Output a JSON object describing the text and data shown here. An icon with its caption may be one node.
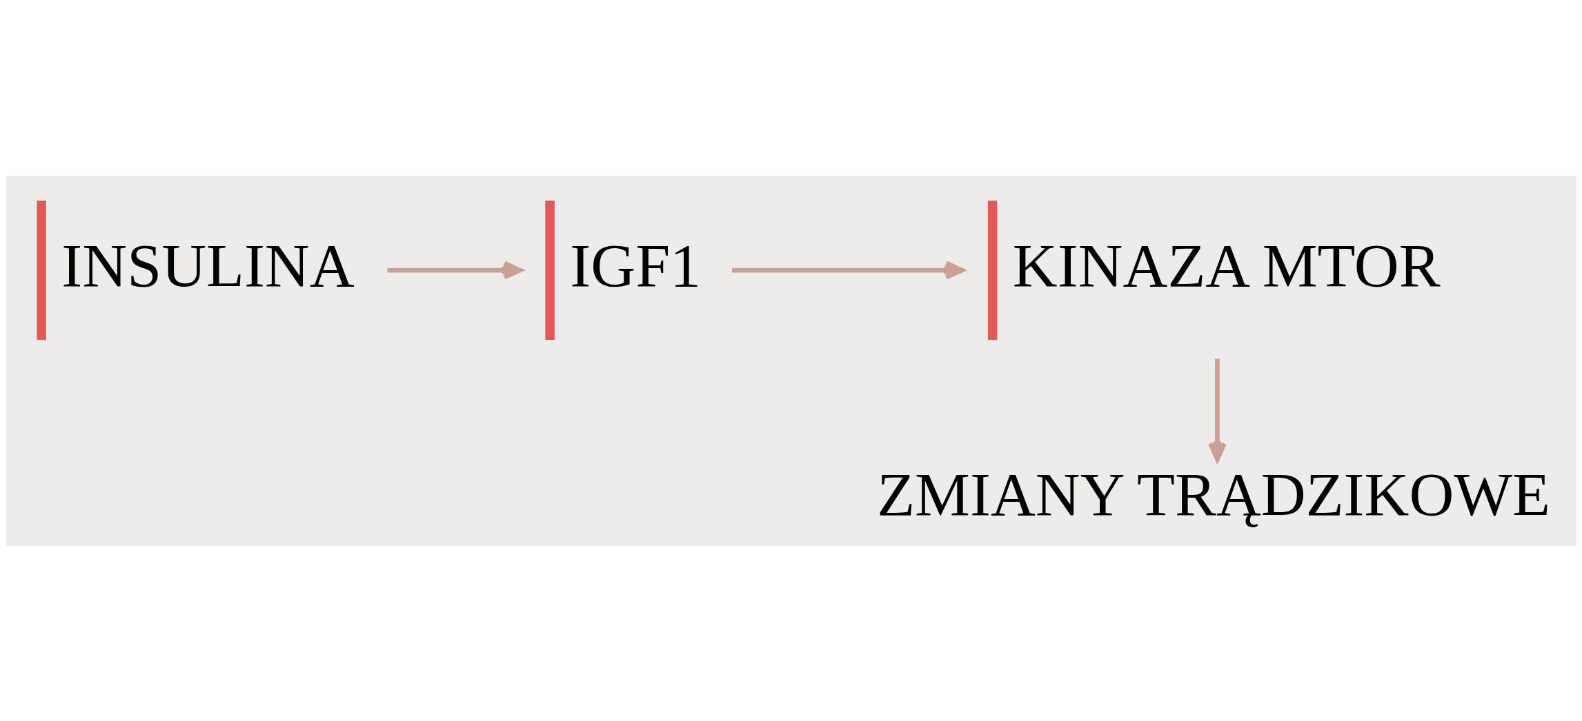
{
  "diagram": {
    "nodes": [
      {
        "text": [
          "INSULINA"
        ]
      },
      {
        "text": [
          "IGF1"
        ]
      },
      {
        "text": [
          "KINAZA MTOR"
        ]
      },
      {
        "text": [
          "ZMIANY TRĄDZIKOWE"
        ]
      }
    ],
    "edges": [
      {
        "from": 0,
        "to": 1,
        "arrow": "to"
      },
      {
        "from": 1,
        "to": 2,
        "arrow": "to"
      },
      {
        "from": 2,
        "to": 3,
        "arrow": "to"
      }
    ]
  }
}
